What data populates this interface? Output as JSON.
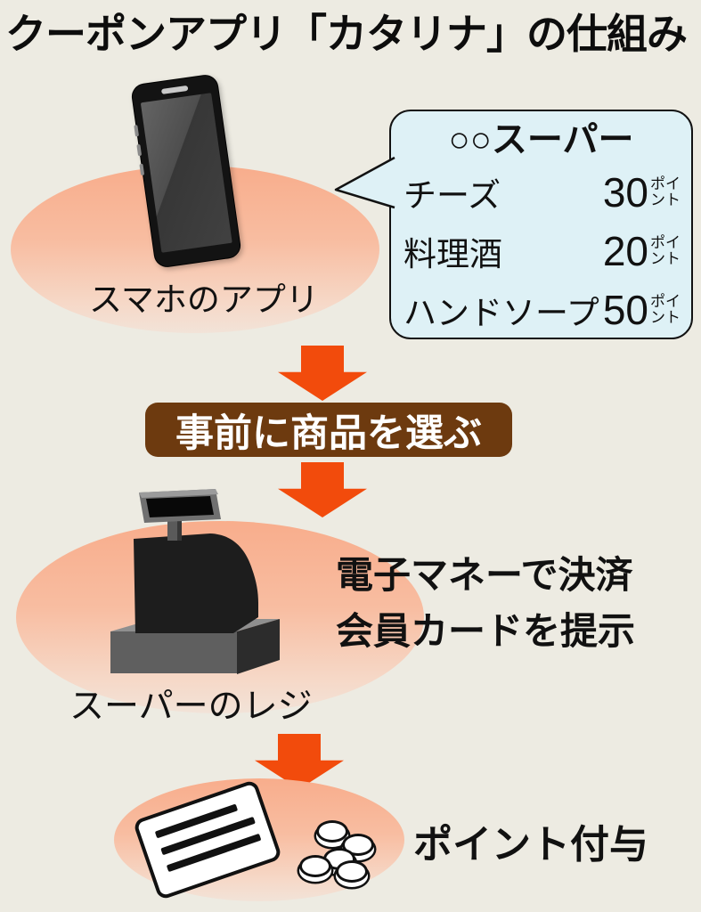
{
  "title": "クーポンアプリ「カタリナ」の仕組み",
  "colors": {
    "background": "#edebe2",
    "arrow_accent": "#f24b0c",
    "banner_brown": "#6d3a0f",
    "bubble_fill": "#def1f6",
    "ellipse_peach": "#f8ad8c"
  },
  "phone_section": {
    "label": "スマホのアプリ",
    "bubble": {
      "header": "○○スーパー",
      "points_unit_lines": [
        "ポイ",
        "ント"
      ],
      "items": [
        {
          "name": "チーズ",
          "points": "30"
        },
        {
          "name": "料理酒",
          "points": "20"
        },
        {
          "name": "ハンドソープ",
          "points": "50"
        }
      ]
    }
  },
  "step_banner": {
    "label": "事前に商品を選ぶ"
  },
  "register_section": {
    "label": "スーパーのレジ",
    "note_line1": "電子マネーで決済",
    "note_line2": "会員カードを提示"
  },
  "result_section": {
    "label": "ポイント付与"
  }
}
